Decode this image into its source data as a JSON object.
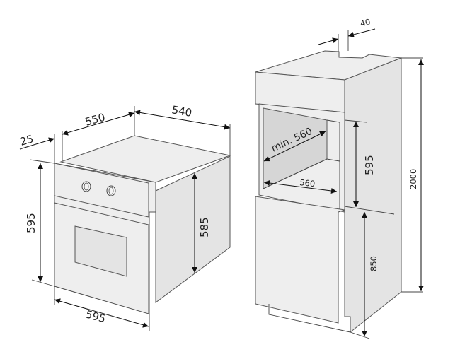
{
  "oven": {
    "depth_label": "550",
    "panel_offset_label": "25",
    "side_depth_label": "540",
    "front_height_label": "595",
    "body_height_label": "585",
    "front_width_label": "595"
  },
  "cabinet": {
    "vent_gap_label": "40",
    "niche_depth_label": "min. 560",
    "niche_width_label": "560",
    "niche_height_label": "595",
    "base_height_label": "850",
    "total_height_label": "2000"
  },
  "colors": {
    "surface": "#eeeeee",
    "niche": "#d6d6d6",
    "line": "#111111"
  }
}
